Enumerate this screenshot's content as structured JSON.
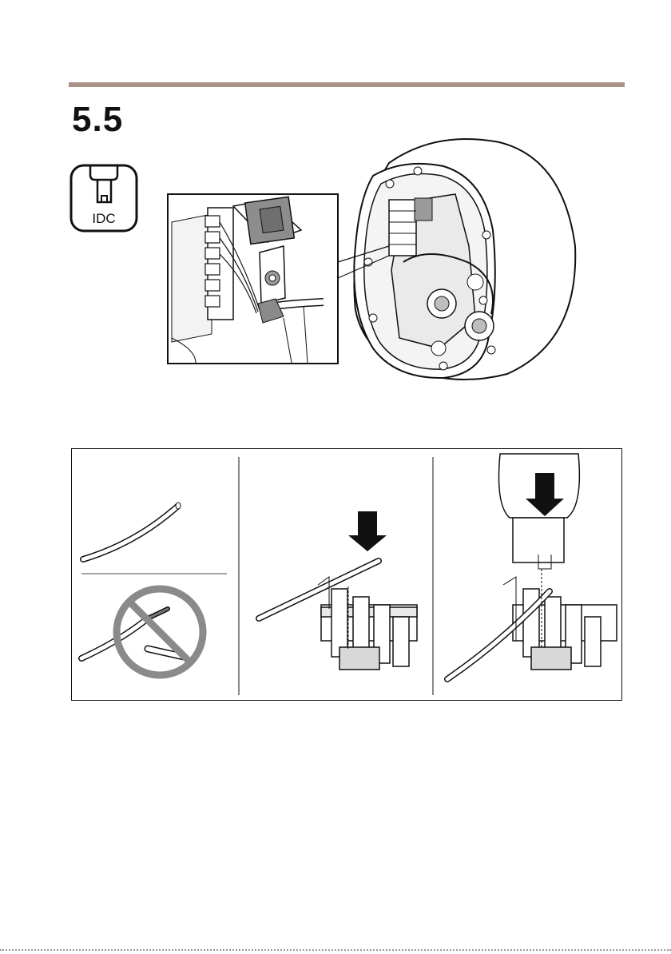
{
  "page": {
    "section_number": "5.5",
    "tool_icon": {
      "name": "idc-tool-icon",
      "label": "IDC",
      "accent_color": "#000000"
    },
    "header_rule_color": "#a99287",
    "illustrations": [
      {
        "name": "junction-box-with-inset",
        "icon": "camera-mount-box"
      },
      {
        "name": "wire-preparation-panel",
        "icon": "wire-correct-and-incorrect"
      },
      {
        "name": "wire-insert-panel",
        "icon": "down-arrow"
      },
      {
        "name": "idc-press-panel",
        "icon": "idc-tool-down-arrow"
      }
    ]
  }
}
